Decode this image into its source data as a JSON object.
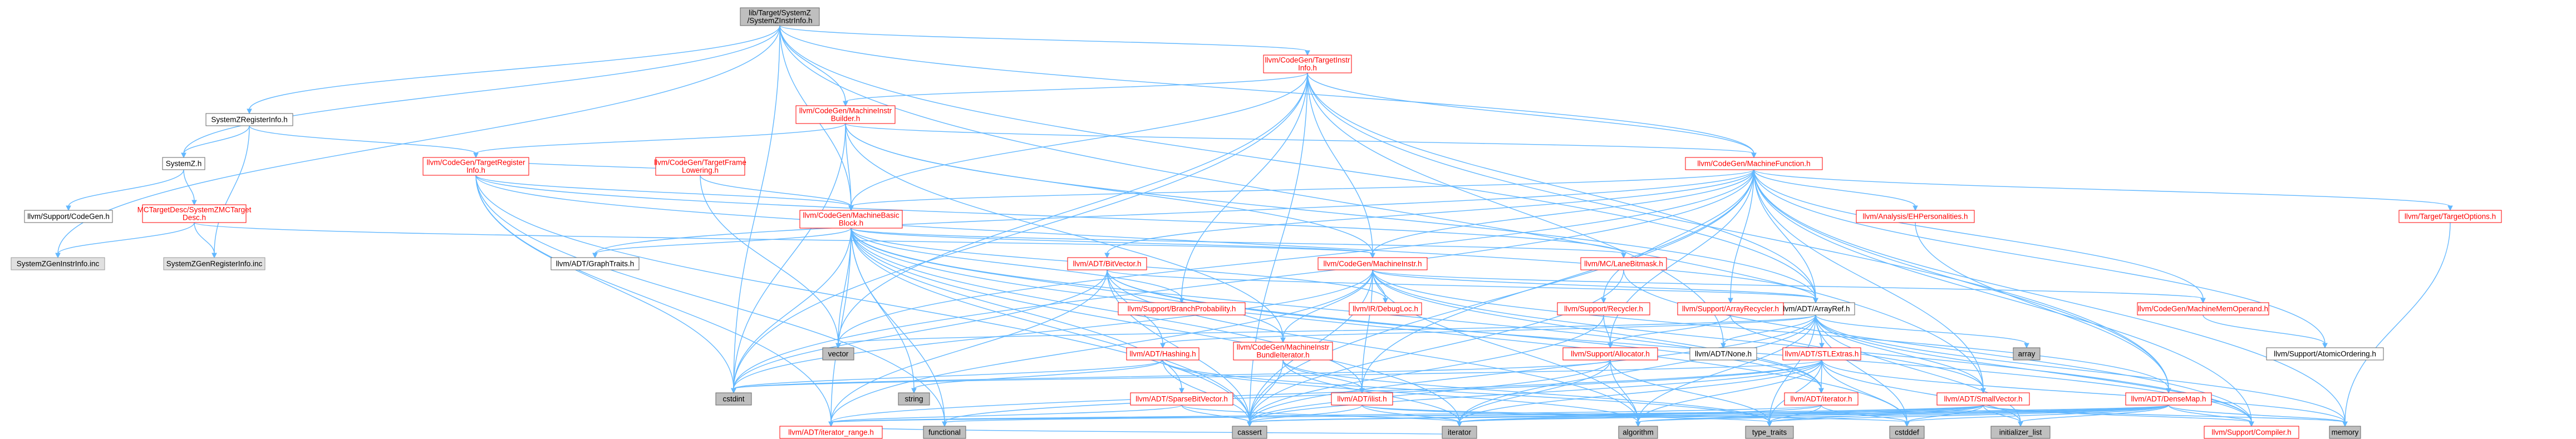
{
  "diagram": {
    "nodes": [
      {
        "id": "root",
        "lines": [
          "lib/Target/SystemZ",
          "/SystemZInstrInfo.h"
        ],
        "style": "gray"
      },
      {
        "id": "tii",
        "lines": [
          "llvm/CodeGen/TargetInstr",
          "Info.h"
        ],
        "style": "red"
      },
      {
        "id": "sysregh",
        "lines": [
          "SystemZRegisterInfo.h"
        ],
        "style": "black"
      },
      {
        "id": "mib",
        "lines": [
          "llvm/CodeGen/MachineInstr",
          "Builder.h"
        ],
        "style": "red"
      },
      {
        "id": "tri",
        "lines": [
          "llvm/CodeGen/TargetRegister",
          "Info.h"
        ],
        "style": "red"
      },
      {
        "id": "tfl",
        "lines": [
          "llvm/CodeGen/TargetFrame",
          "Lowering.h"
        ],
        "style": "red"
      },
      {
        "id": "mf",
        "lines": [
          "llvm/CodeGen/MachineFunction.h"
        ],
        "style": "red"
      },
      {
        "id": "systemzh",
        "lines": [
          "SystemZ.h"
        ],
        "style": "black"
      },
      {
        "id": "codegenh",
        "lines": [
          "llvm/Support/CodeGen.h"
        ],
        "style": "black"
      },
      {
        "id": "mctd",
        "lines": [
          "MCTargetDesc/SystemZMCTarget",
          "Desc.h"
        ],
        "style": "red"
      },
      {
        "id": "ehp",
        "lines": [
          "llvm/Analysis/EHPersonalities.h"
        ],
        "style": "red"
      },
      {
        "id": "topt",
        "lines": [
          "llvm/Target/TargetOptions.h"
        ],
        "style": "red"
      },
      {
        "id": "mbb",
        "lines": [
          "llvm/CodeGen/MachineBasic",
          "Block.h"
        ],
        "style": "red"
      },
      {
        "id": "sysii",
        "lines": [
          "SystemZGenInstrInfo.inc"
        ],
        "style": "lgray"
      },
      {
        "id": "sysri",
        "lines": [
          "SystemZGenRegisterInfo.inc"
        ],
        "style": "lgray"
      },
      {
        "id": "graphtraits",
        "lines": [
          "llvm/ADT/GraphTraits.h"
        ],
        "style": "black"
      },
      {
        "id": "bitvector",
        "lines": [
          "llvm/ADT/BitVector.h"
        ],
        "style": "red"
      },
      {
        "id": "mi",
        "lines": [
          "llvm/CodeGen/MachineInstr.h"
        ],
        "style": "red"
      },
      {
        "id": "lanebit",
        "lines": [
          "llvm/MC/LaneBitmask.h"
        ],
        "style": "red"
      },
      {
        "id": "arrayref",
        "lines": [
          "llvm/ADT/ArrayRef.h"
        ],
        "style": "black"
      },
      {
        "id": "mmo",
        "lines": [
          "llvm/CodeGen/MachineMemOperand.h"
        ],
        "style": "red"
      },
      {
        "id": "bp",
        "lines": [
          "llvm/Support/BranchProbability.h"
        ],
        "style": "red"
      },
      {
        "id": "debugloc",
        "lines": [
          "llvm/IR/DebugLoc.h"
        ],
        "style": "red"
      },
      {
        "id": "recycler",
        "lines": [
          "llvm/Support/Recycler.h"
        ],
        "style": "red"
      },
      {
        "id": "arecycler",
        "lines": [
          "llvm/Support/ArrayRecycler.h"
        ],
        "style": "red"
      },
      {
        "id": "array",
        "lines": [
          "array"
        ],
        "style": "gray"
      },
      {
        "id": "vector",
        "lines": [
          "vector"
        ],
        "style": "gray"
      },
      {
        "id": "hashing",
        "lines": [
          "llvm/ADT/Hashing.h"
        ],
        "style": "red"
      },
      {
        "id": "mibi",
        "lines": [
          "llvm/CodeGen/MachineInstr",
          "BundleIterator.h"
        ],
        "style": "red"
      },
      {
        "id": "allocator",
        "lines": [
          "llvm/Support/Allocator.h"
        ],
        "style": "red"
      },
      {
        "id": "none",
        "lines": [
          "llvm/ADT/None.h"
        ],
        "style": "black"
      },
      {
        "id": "stlextras",
        "lines": [
          "llvm/ADT/STLExtras.h"
        ],
        "style": "red"
      },
      {
        "id": "atomicord",
        "lines": [
          "llvm/Support/AtomicOrdering.h"
        ],
        "style": "black"
      },
      {
        "id": "cstdint",
        "lines": [
          "cstdint"
        ],
        "style": "gray"
      },
      {
        "id": "string",
        "lines": [
          "string"
        ],
        "style": "gray"
      },
      {
        "id": "sparsebv",
        "lines": [
          "llvm/ADT/SparseBitVector.h"
        ],
        "style": "red"
      },
      {
        "id": "ilist",
        "lines": [
          "llvm/ADT/ilist.h"
        ],
        "style": "red"
      },
      {
        "id": "iteratorh",
        "lines": [
          "llvm/ADT/iterator.h"
        ],
        "style": "red"
      },
      {
        "id": "smallvec",
        "lines": [
          "llvm/ADT/SmallVector.h"
        ],
        "style": "red"
      },
      {
        "id": "densemap",
        "lines": [
          "llvm/ADT/DenseMap.h"
        ],
        "style": "red"
      },
      {
        "id": "itrange",
        "lines": [
          "llvm/ADT/iterator_range.h"
        ],
        "style": "red"
      },
      {
        "id": "functional",
        "lines": [
          "functional"
        ],
        "style": "gray"
      },
      {
        "id": "cassert",
        "lines": [
          "cassert"
        ],
        "style": "gray"
      },
      {
        "id": "iterator",
        "lines": [
          "iterator"
        ],
        "style": "gray"
      },
      {
        "id": "algorithm",
        "lines": [
          "algorithm"
        ],
        "style": "gray"
      },
      {
        "id": "type_traits",
        "lines": [
          "type_traits"
        ],
        "style": "gray"
      },
      {
        "id": "cstddef",
        "lines": [
          "cstddef"
        ],
        "style": "gray"
      },
      {
        "id": "initlist",
        "lines": [
          "initializer_list"
        ],
        "style": "gray"
      },
      {
        "id": "compiler",
        "lines": [
          "llvm/Support/Compiler.h"
        ],
        "style": "red"
      },
      {
        "id": "memory",
        "lines": [
          "memory"
        ],
        "style": "gray"
      }
    ],
    "edges": [
      [
        "root",
        "tii"
      ],
      [
        "root",
        "sysregh"
      ],
      [
        "root",
        "mib"
      ],
      [
        "root",
        "mf"
      ],
      [
        "root",
        "systemzh"
      ],
      [
        "root",
        "mbb"
      ],
      [
        "root",
        "sysii"
      ],
      [
        "root",
        "arrayref"
      ],
      [
        "root",
        "cstdint"
      ],
      [
        "root",
        "smallvec"
      ],
      [
        "tii",
        "mib"
      ],
      [
        "tii",
        "mf"
      ],
      [
        "tii",
        "mbb"
      ],
      [
        "tii",
        "mi"
      ],
      [
        "tii",
        "arrayref"
      ],
      [
        "tii",
        "bp"
      ],
      [
        "tii",
        "vector"
      ],
      [
        "tii",
        "densemap"
      ],
      [
        "tii",
        "cstdint"
      ],
      [
        "tii",
        "cassert"
      ],
      [
        "tii",
        "none"
      ],
      [
        "sysregh",
        "systemzh"
      ],
      [
        "sysregh",
        "tri"
      ],
      [
        "sysregh",
        "sysri"
      ],
      [
        "mib",
        "mf"
      ],
      [
        "mib",
        "mbb"
      ],
      [
        "mib",
        "mi"
      ],
      [
        "mib",
        "tri"
      ],
      [
        "mib",
        "arrayref"
      ],
      [
        "mib",
        "cstdint"
      ],
      [
        "mib",
        "mibi"
      ],
      [
        "tri",
        "tfl"
      ],
      [
        "tri",
        "mbb"
      ],
      [
        "tri",
        "lanebit"
      ],
      [
        "tri",
        "arrayref"
      ],
      [
        "tri",
        "itrange"
      ],
      [
        "tri",
        "cassert"
      ],
      [
        "tri",
        "functional"
      ],
      [
        "tri",
        "cstdint"
      ],
      [
        "tfl",
        "mbb"
      ],
      [
        "tfl",
        "vector"
      ],
      [
        "mf",
        "mbb"
      ],
      [
        "mf",
        "mi"
      ],
      [
        "mf",
        "ehp"
      ],
      [
        "mf",
        "topt"
      ],
      [
        "mf",
        "bitvector"
      ],
      [
        "mf",
        "graphtraits"
      ],
      [
        "mf",
        "mmo"
      ],
      [
        "mf",
        "arecycler"
      ],
      [
        "mf",
        "recycler"
      ],
      [
        "mf",
        "allocator"
      ],
      [
        "mf",
        "arrayref"
      ],
      [
        "mf",
        "densemap"
      ],
      [
        "mf",
        "smallvec"
      ],
      [
        "mf",
        "ilist"
      ],
      [
        "mf",
        "compiler"
      ],
      [
        "mf",
        "memory"
      ],
      [
        "mf",
        "vector"
      ],
      [
        "mf",
        "cassert"
      ],
      [
        "mf",
        "cstdint"
      ],
      [
        "mf",
        "atomicord"
      ],
      [
        "systemzh",
        "codegenh"
      ],
      [
        "systemzh",
        "mctd"
      ],
      [
        "mctd",
        "sysii"
      ],
      [
        "mctd",
        "sysri"
      ],
      [
        "mctd",
        "mi"
      ],
      [
        "mbb",
        "graphtraits"
      ],
      [
        "mbb",
        "sparsebv"
      ],
      [
        "mbb",
        "ilist"
      ],
      [
        "mbb",
        "iteratorh"
      ],
      [
        "mbb",
        "itrange"
      ],
      [
        "mbb",
        "mi"
      ],
      [
        "mbb",
        "mibi"
      ],
      [
        "mbb",
        "bp"
      ],
      [
        "mbb",
        "debugloc"
      ],
      [
        "mbb",
        "lanebit"
      ],
      [
        "mbb",
        "cassert"
      ],
      [
        "mbb",
        "functional"
      ],
      [
        "mbb",
        "iterator"
      ],
      [
        "mbb",
        "string"
      ],
      [
        "mbb",
        "vector"
      ],
      [
        "mbb",
        "cstddef"
      ],
      [
        "mbb",
        "cstdint"
      ],
      [
        "ehp",
        "densemap"
      ],
      [
        "topt",
        "memory"
      ],
      [
        "bitvector",
        "arrayref"
      ],
      [
        "bitvector",
        "hashing"
      ],
      [
        "bitvector",
        "iteratorh"
      ],
      [
        "bitvector",
        "itrange"
      ],
      [
        "bitvector",
        "cassert"
      ],
      [
        "bitvector",
        "algorithm"
      ],
      [
        "bitvector",
        "cstdint"
      ],
      [
        "bitvector",
        "compiler"
      ],
      [
        "mi",
        "densemap"
      ],
      [
        "mi",
        "arrayref"
      ],
      [
        "mi",
        "mmo"
      ],
      [
        "mi",
        "debugloc"
      ],
      [
        "mi",
        "ilist"
      ],
      [
        "mi",
        "iteratorh"
      ],
      [
        "mi",
        "itrange"
      ],
      [
        "mi",
        "mibi"
      ],
      [
        "mi",
        "cassert"
      ],
      [
        "mi",
        "algorithm"
      ],
      [
        "mi",
        "cstdint"
      ],
      [
        "mi",
        "compiler"
      ],
      [
        "lanebit",
        "cassert"
      ],
      [
        "lanebit",
        "compiler"
      ],
      [
        "arrayref",
        "array"
      ],
      [
        "arrayref",
        "vector"
      ],
      [
        "arrayref",
        "hashing"
      ],
      [
        "arrayref",
        "none"
      ],
      [
        "arrayref",
        "smallvec"
      ],
      [
        "arrayref",
        "stlextras"
      ],
      [
        "arrayref",
        "compiler"
      ],
      [
        "arrayref",
        "algorithm"
      ],
      [
        "arrayref",
        "cassert"
      ],
      [
        "arrayref",
        "cstddef"
      ],
      [
        "arrayref",
        "initlist"
      ],
      [
        "arrayref",
        "iterator"
      ],
      [
        "arrayref",
        "memory"
      ],
      [
        "arrayref",
        "type_traits"
      ],
      [
        "mmo",
        "atomicord"
      ],
      [
        "recycler",
        "allocator"
      ],
      [
        "recycler",
        "cassert"
      ],
      [
        "arecycler",
        "smallvec"
      ],
      [
        "arecycler",
        "allocator"
      ],
      [
        "hashing",
        "cstdint"
      ],
      [
        "hashing",
        "string"
      ],
      [
        "hashing",
        "cassert"
      ],
      [
        "hashing",
        "algorithm"
      ],
      [
        "hashing",
        "type_traits"
      ],
      [
        "mibi",
        "ilist"
      ],
      [
        "mibi",
        "cassert"
      ],
      [
        "mibi",
        "iterator"
      ],
      [
        "mibi",
        "type_traits"
      ],
      [
        "allocator",
        "cstdint"
      ],
      [
        "allocator",
        "cassert"
      ],
      [
        "allocator",
        "iterator"
      ],
      [
        "allocator",
        "type_traits"
      ],
      [
        "allocator",
        "algorithm"
      ],
      [
        "stlextras",
        "iteratorh"
      ],
      [
        "stlextras",
        "itrange"
      ],
      [
        "stlextras",
        "algorithm"
      ],
      [
        "stlextras",
        "cassert"
      ],
      [
        "stlextras",
        "cstddef"
      ],
      [
        "stlextras",
        "cstdint"
      ],
      [
        "stlextras",
        "functional"
      ],
      [
        "stlextras",
        "initlist"
      ],
      [
        "stlextras",
        "iterator"
      ],
      [
        "stlextras",
        "memory"
      ],
      [
        "stlextras",
        "type_traits"
      ],
      [
        "sparsebv",
        "cassert"
      ],
      [
        "sparsebv",
        "iterator"
      ],
      [
        "sparsebv",
        "itrange"
      ],
      [
        "ilist",
        "cassert"
      ],
      [
        "ilist",
        "iterator"
      ],
      [
        "ilist",
        "type_traits"
      ],
      [
        "ilist",
        "cstddef"
      ],
      [
        "iteratorh",
        "cstddef"
      ],
      [
        "iteratorh",
        "iterator"
      ],
      [
        "iteratorh",
        "type_traits"
      ],
      [
        "iteratorh",
        "itrange"
      ],
      [
        "smallvec",
        "compiler"
      ],
      [
        "smallvec",
        "cassert"
      ],
      [
        "smallvec",
        "cstddef"
      ],
      [
        "smallvec",
        "initlist"
      ],
      [
        "smallvec",
        "iterator"
      ],
      [
        "smallvec",
        "memory"
      ],
      [
        "smallvec",
        "type_traits"
      ],
      [
        "smallvec",
        "algorithm"
      ],
      [
        "smallvec",
        "functional"
      ],
      [
        "densemap",
        "compiler"
      ],
      [
        "densemap",
        "cassert"
      ],
      [
        "densemap",
        "cstddef"
      ],
      [
        "densemap",
        "initlist"
      ],
      [
        "densemap",
        "iterator"
      ],
      [
        "densemap",
        "memory"
      ],
      [
        "densemap",
        "type_traits"
      ],
      [
        "densemap",
        "algorithm"
      ],
      [
        "densemap",
        "itrange"
      ],
      [
        "itrange",
        "iterator"
      ]
    ]
  }
}
